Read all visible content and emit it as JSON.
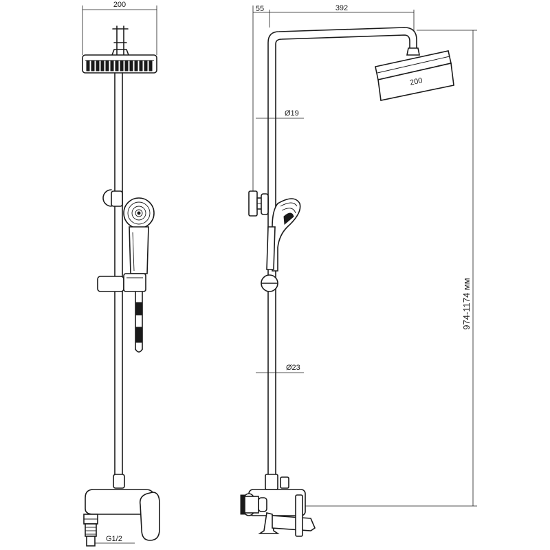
{
  "front_view": {
    "showerhead_width_label": "200",
    "inlet_thread_label": "G1/2"
  },
  "side_view": {
    "offset_label": "55",
    "arm_reach_label": "392",
    "showerhead_width_label": "200",
    "upper_pipe_diameter_label": "Ø19",
    "lower_pipe_diameter_label": "Ø23",
    "height_range_label": "974-1174 мм"
  }
}
